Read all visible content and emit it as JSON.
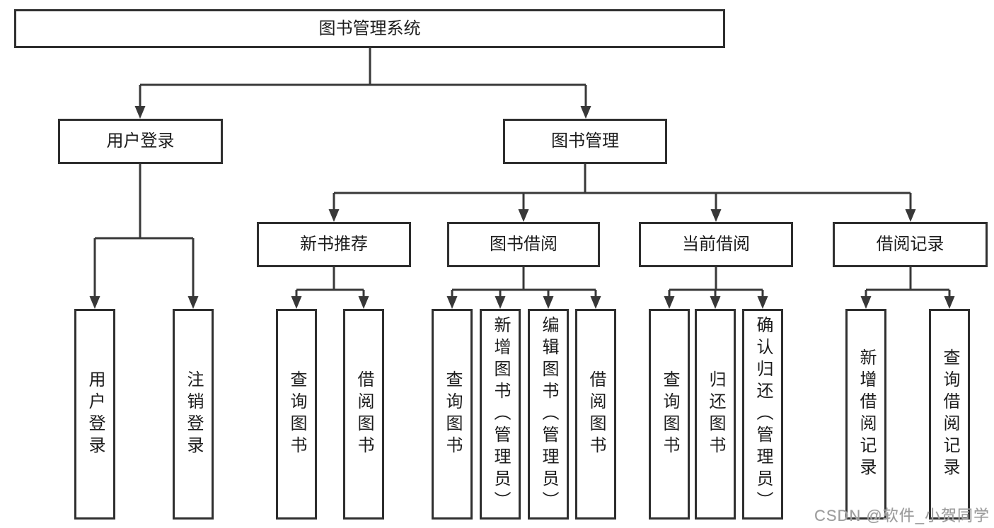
{
  "title": "图书管理系统",
  "watermark": "CSDN @软件_小贺同学",
  "colors": {
    "box_border": "#2f2f2f",
    "connector_line": "#383838",
    "text": "#1c1c1c",
    "watermark_text": "#9c9c9c",
    "background": "#ffffff"
  },
  "tree": {
    "root": {
      "label": "图书管理系统"
    },
    "branches": [
      {
        "label": "用户登录",
        "children": [
          {
            "label": "用户登录"
          },
          {
            "label": "注销登录"
          }
        ]
      },
      {
        "label": "图书管理",
        "children": [
          {
            "label": "新书推荐",
            "children": [
              {
                "label": "查询图书"
              },
              {
                "label": "借阅图书"
              }
            ]
          },
          {
            "label": "图书借阅",
            "children": [
              {
                "label": "查询图书"
              },
              {
                "label": "新增图书（管理员）"
              },
              {
                "label": "编辑图书（管理员）"
              },
              {
                "label": "借阅图书"
              }
            ]
          },
          {
            "label": "当前借阅",
            "children": [
              {
                "label": "查询图书"
              },
              {
                "label": "归还图书"
              },
              {
                "label": "确认归还（管理员）"
              }
            ]
          },
          {
            "label": "借阅记录",
            "children": [
              {
                "label": "新增借阅记录"
              },
              {
                "label": "查询借阅记录"
              }
            ]
          }
        ]
      }
    ]
  }
}
